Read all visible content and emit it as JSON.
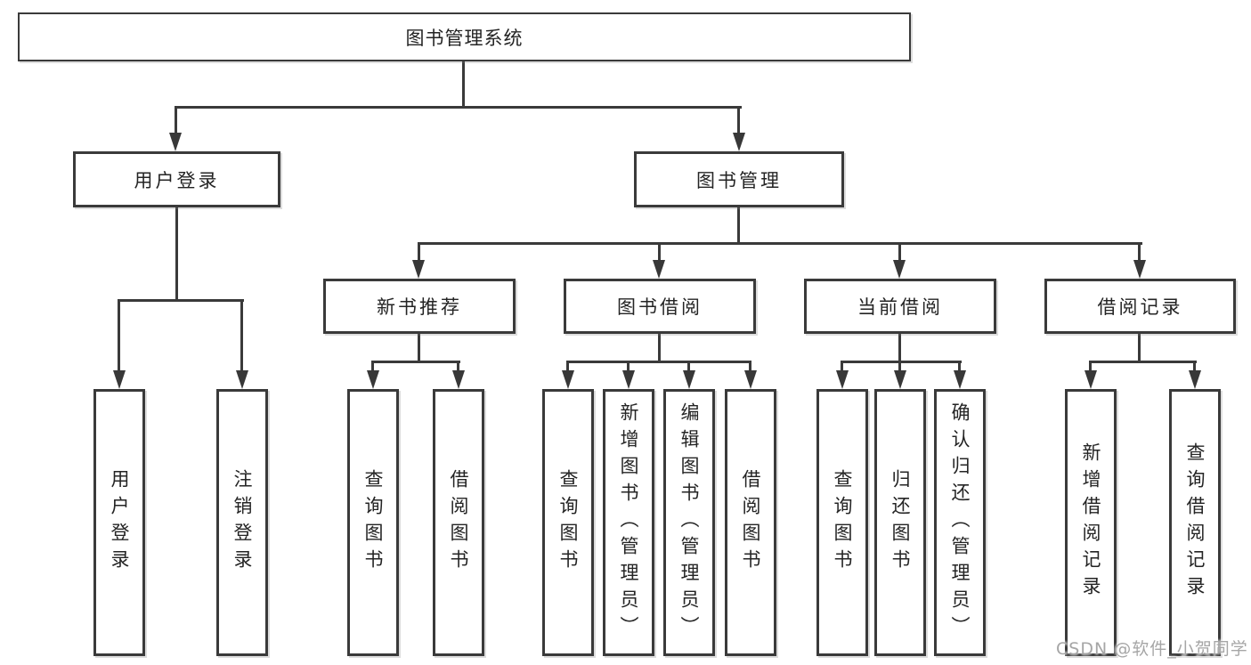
{
  "diagram": {
    "root": "图书管理系统",
    "branches": [
      {
        "label": "用户登录",
        "children": [
          "用户登录",
          "注销登录"
        ]
      },
      {
        "label": "图书管理",
        "groups": [
          {
            "label": "新书推荐",
            "children": [
              "查询图书",
              "借阅图书"
            ]
          },
          {
            "label": "图书借阅",
            "children": [
              "查询图书",
              "新增图书（管理员）",
              "编辑图书（管理员）",
              "借阅图书"
            ]
          },
          {
            "label": "当前借阅",
            "children": [
              "查询图书",
              "归还图书",
              "确认归还（管理员）"
            ]
          },
          {
            "label": "借阅记录",
            "children": [
              "新增借阅记录",
              "查询借阅记录"
            ]
          }
        ]
      }
    ],
    "colors": {
      "line": "#3a3a3a",
      "text": "#242424",
      "background": "#ffffff",
      "watermark": "#a6a6a6"
    }
  },
  "watermark": "CSDN @软件_小贺同学"
}
